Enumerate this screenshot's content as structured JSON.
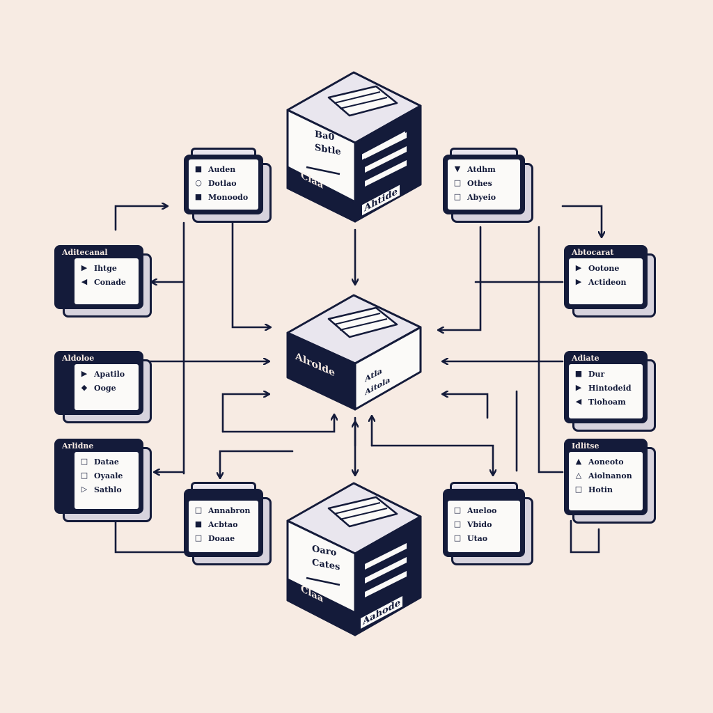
{
  "colors": {
    "background": "#f7ebe3",
    "ink": "#141b3a",
    "panel": "#fbfaf8",
    "shadow": "#d7d3dd"
  },
  "cubes": {
    "top": {
      "front": [
        "Ba0",
        "Sbtle"
      ],
      "front_label": "Claa",
      "side_label": "Ahtide"
    },
    "center": {
      "front_label": "Alrolde",
      "side_items": [
        "Atla",
        "Aitola"
      ]
    },
    "bottom": {
      "front": [
        "Oaro",
        "Cates"
      ],
      "front_label": "Claa",
      "side_label": "Aahode"
    }
  },
  "panels": {
    "left_top": {
      "title": "",
      "items": [
        {
          "icon": "square-filled",
          "label": "Auden"
        },
        {
          "icon": "circle-outline",
          "label": "Dotlao"
        },
        {
          "icon": "square-filled",
          "label": "Monoodo"
        }
      ]
    },
    "left_upper": {
      "title": "Aditecanal",
      "items": [
        {
          "icon": "triangle-right",
          "label": "Ihtge"
        },
        {
          "icon": "triangle-left",
          "label": "Conade"
        }
      ]
    },
    "left_middle": {
      "title": "Aldoloe",
      "items": [
        {
          "icon": "triangle-right",
          "label": "Apatilo"
        },
        {
          "icon": "diamond",
          "label": "Ooge"
        }
      ]
    },
    "left_lower": {
      "title": "Arlidne",
      "items": [
        {
          "icon": "square-outline",
          "label": "Datae"
        },
        {
          "icon": "square-outline",
          "label": "Oyaale"
        },
        {
          "icon": "triangle-right",
          "label": "Sathlo"
        }
      ]
    },
    "bottom_left": {
      "title": "",
      "items": [
        {
          "icon": "square-outline",
          "label": "Annabron"
        },
        {
          "icon": "square-filled",
          "label": "Acbtao"
        },
        {
          "icon": "square-outline",
          "label": "Doaae"
        }
      ]
    },
    "right_top": {
      "title": "",
      "items": [
        {
          "icon": "triangle-down",
          "label": "Atdhm"
        },
        {
          "icon": "square-outline",
          "label": "Othes"
        },
        {
          "icon": "square-outline",
          "label": "Abyeio"
        }
      ]
    },
    "right_upper": {
      "title": "Abtocarat",
      "items": [
        {
          "icon": "triangle-right",
          "label": "Ootone"
        },
        {
          "icon": "triangle-right",
          "label": "Actideon"
        }
      ]
    },
    "right_middle": {
      "title": "Adiate",
      "items": [
        {
          "icon": "square-filled",
          "label": "Dur"
        },
        {
          "icon": "triangle-right",
          "label": "Hintodeid"
        },
        {
          "icon": "triangle-left",
          "label": "Tiohoam"
        }
      ]
    },
    "right_lower": {
      "title": "Idlitse",
      "items": [
        {
          "icon": "triangle-up",
          "label": "Aoneoto"
        },
        {
          "icon": "triangle-up",
          "label": "Aiolnanon"
        },
        {
          "icon": "square-outline",
          "label": "Hotin"
        }
      ]
    },
    "bottom_right": {
      "title": "",
      "items": [
        {
          "icon": "square-outline",
          "label": "Aueloo"
        },
        {
          "icon": "square-outline",
          "label": "Vbido"
        },
        {
          "icon": "square-outline",
          "label": "Utao"
        }
      ]
    }
  }
}
